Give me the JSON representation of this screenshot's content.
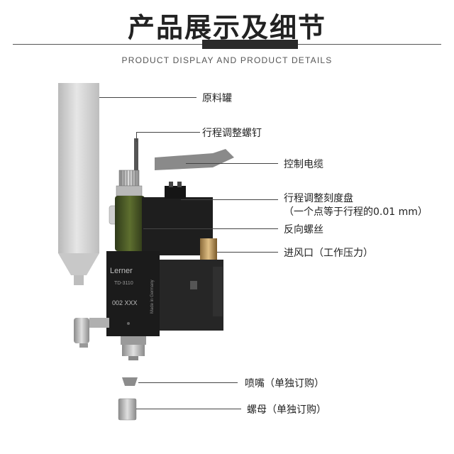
{
  "header": {
    "title": "产品展示及细节",
    "subtitle": "PRODUCT DISPLAY AND PRODUCT DETAILS"
  },
  "callouts": {
    "tank": "原料罐",
    "stroke_screw": "行程调整螺钉",
    "cable": "控制电缆",
    "dial": "行程调整刻度盘",
    "dial_note": "（一个点等于行程的0.01 mm）",
    "reverse_screw": "反向螺丝",
    "air_inlet": "进风口（工作压力）",
    "nozzle": "喷嘴（单独订购）",
    "nut": "螺母（单独订购）"
  },
  "device_text": {
    "brand": "Lerner",
    "model": "TD-3110",
    "serial": "002 XXX",
    "made_in": "Made in Germany"
  }
}
